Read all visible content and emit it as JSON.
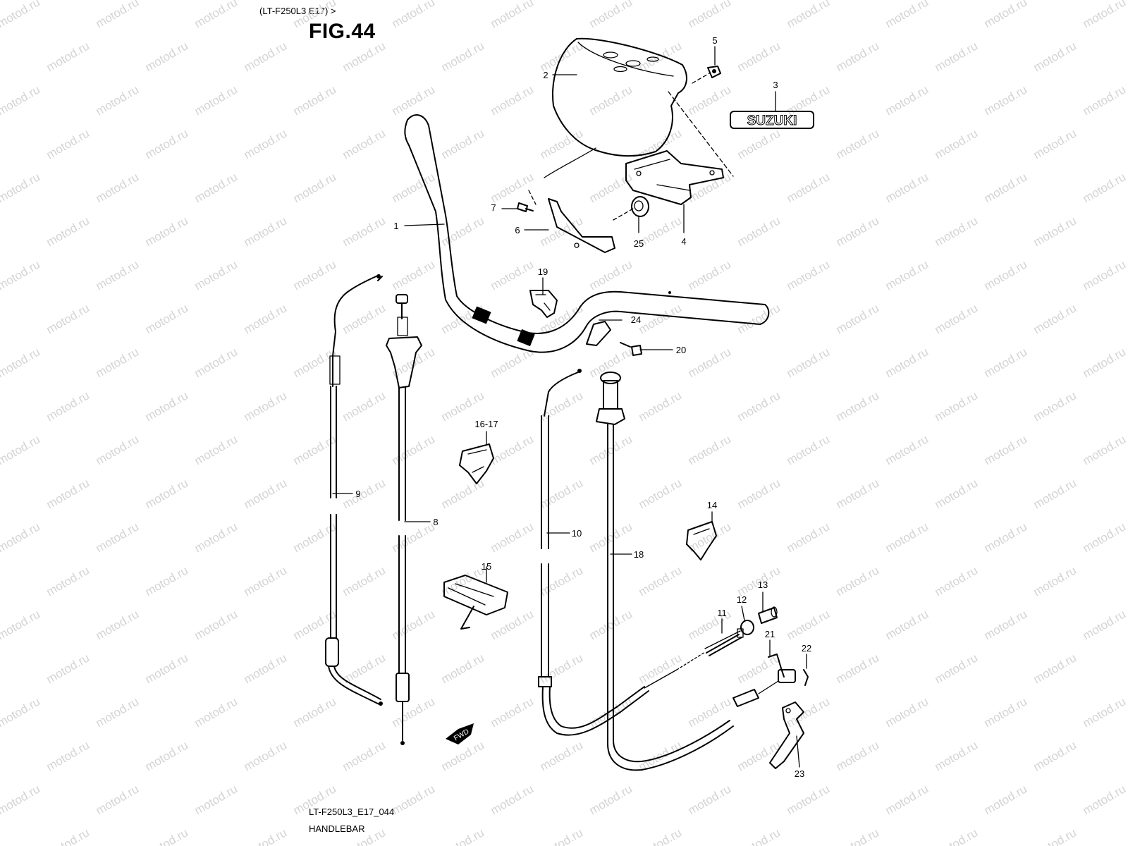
{
  "header": {
    "model_label": "(LT-F250L3 E17) >",
    "figure_title": "FIG.44"
  },
  "footer": {
    "diagram_code": "LT-F250L3_E17_044",
    "section_title": "HANDLEBAR"
  },
  "watermark": "motod.ru",
  "brand_emblem": "SUZUKI",
  "direction_marker": "FWD",
  "callouts": [
    "1",
    "2",
    "3",
    "4",
    "5",
    "6",
    "7",
    "8",
    "9",
    "10",
    "11",
    "12",
    "13",
    "14",
    "15",
    "16-17",
    "18",
    "19",
    "20",
    "21",
    "22",
    "23",
    "24",
    "25"
  ]
}
